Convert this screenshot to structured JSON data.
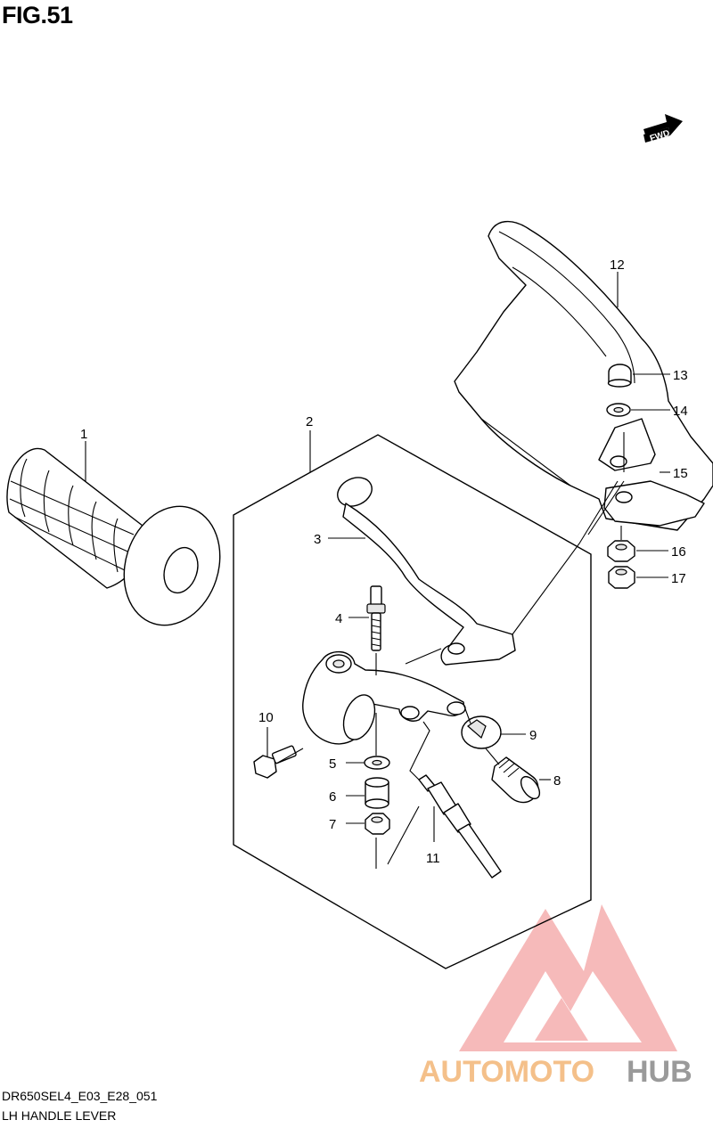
{
  "figure": {
    "title": "FIG.51"
  },
  "caption": {
    "model_code": "DR650SEL4_E03_E28_051",
    "name": "LH HANDLE LEVER"
  },
  "direction_badge": {
    "label": "FWD"
  },
  "callouts": [
    "1",
    "2",
    "3",
    "4",
    "5",
    "6",
    "7",
    "8",
    "9",
    "10",
    "11",
    "12",
    "13",
    "14",
    "15",
    "16",
    "17"
  ],
  "watermark": {
    "text_part1": "AUTOMOTO",
    "text_part2": "HUB",
    "color_part1": "#f4c08a",
    "color_part2": "#9a9a9a",
    "logo_color": "#f29b9b"
  }
}
